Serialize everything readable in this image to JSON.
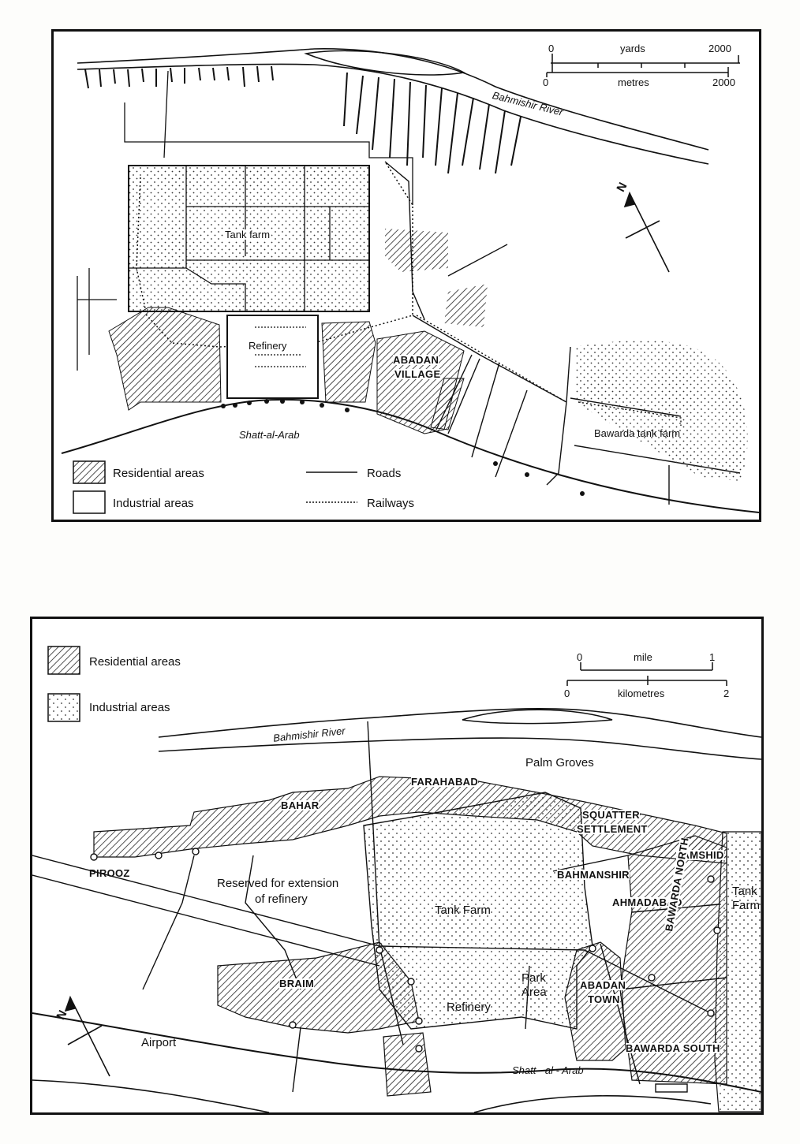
{
  "map1": {
    "scale": {
      "top_unit": "yards",
      "top_zero": "0",
      "top_max": "2000",
      "bottom_unit": "metres",
      "bottom_zero": "0",
      "bottom_max": "2000"
    },
    "north": "N",
    "labels": {
      "river": "Bahmishir River",
      "tank_farm": "Tank farm",
      "refinery": "Refinery",
      "village_1": "ABADAN",
      "village_2": "VILLAGE",
      "bawarda": "Bawarda tank farm",
      "shatt": "Shatt-al-Arab"
    },
    "legend": {
      "residential": "Residential areas",
      "industrial": "Industrial areas",
      "roads": "Roads",
      "railways": "Railways"
    }
  },
  "map2": {
    "legend": {
      "residential": "Residential areas",
      "industrial": "Industrial areas"
    },
    "scale": {
      "top_unit": "mile",
      "top_zero": "0",
      "top_max": "1",
      "bottom_unit": "kilometres",
      "bottom_zero": "0",
      "bottom_max": "2"
    },
    "north": "N",
    "labels": {
      "river": "Bahmishir River",
      "palm": "Palm Groves",
      "farahabad": "FARAHABAD",
      "bahar": "BAHAR",
      "squatter_1": "SQUATTER",
      "squatter_2": "SETTLEMENT",
      "jamshid": "JAMSHID",
      "pirooz": "PIROOZ",
      "reserved_1": "Reserved for extension",
      "reserved_2": "of refinery",
      "bahmanshir": "BAHMANSHIR",
      "tank_farm": "Tank Farm",
      "ahmadabad": "AHMADABAD",
      "bawarda_north": "BAWARDA NORTH",
      "tank_farm_right_1": "Tank",
      "tank_farm_right_2": "Farm",
      "braim": "BRAIM",
      "park_1": "Park",
      "park_2": "Area",
      "abadan_town_1": "ABADAN",
      "abadan_town_2": "TOWN",
      "refinery": "Refinery",
      "airport": "Airport",
      "bawarda_south": "BAWARDA SOUTH",
      "shatt": "Shatt - al - Arab"
    }
  }
}
